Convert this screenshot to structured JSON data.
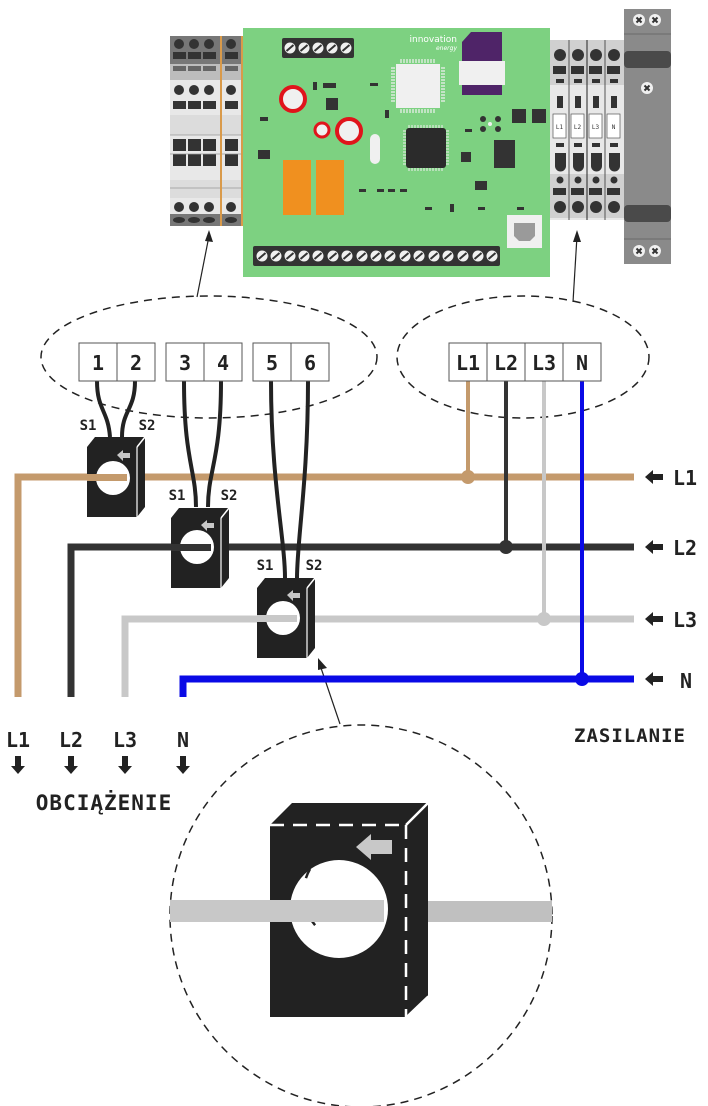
{
  "board": {
    "logo_line1": "innovation",
    "logo_line2": "energy",
    "pcb_color": "#7dd181",
    "relay_color": "#f0901f",
    "cap_ring_color": "#e0141b",
    "sim_color": "#4f2468"
  },
  "din_terminals_right": {
    "labels": [
      "L1",
      "L2",
      "L3",
      "N"
    ]
  },
  "ct_terminals": {
    "pairs": [
      {
        "a": "1",
        "b": "2"
      },
      {
        "a": "3",
        "b": "4"
      },
      {
        "a": "5",
        "b": "6"
      }
    ]
  },
  "power_terminals": {
    "labels": [
      "L1",
      "L2",
      "L3",
      "N"
    ]
  },
  "current_transformers": [
    {
      "s1": "S1",
      "s2": "S2"
    },
    {
      "s1": "S1",
      "s2": "S2"
    },
    {
      "s1": "S1",
      "s2": "S2"
    }
  ],
  "supply_lines": {
    "labels": [
      "L1",
      "L2",
      "L3",
      "N"
    ],
    "colors": {
      "L1": "#c49a6c",
      "L2": "#333333",
      "L3": "#c8c8c8",
      "N": "#0a0ae6"
    }
  },
  "load_lines": {
    "labels": [
      "L1",
      "L2",
      "L3",
      "N"
    ]
  },
  "captions": {
    "load": "OBCIĄŻENIE",
    "supply": "ZASILANIE"
  }
}
